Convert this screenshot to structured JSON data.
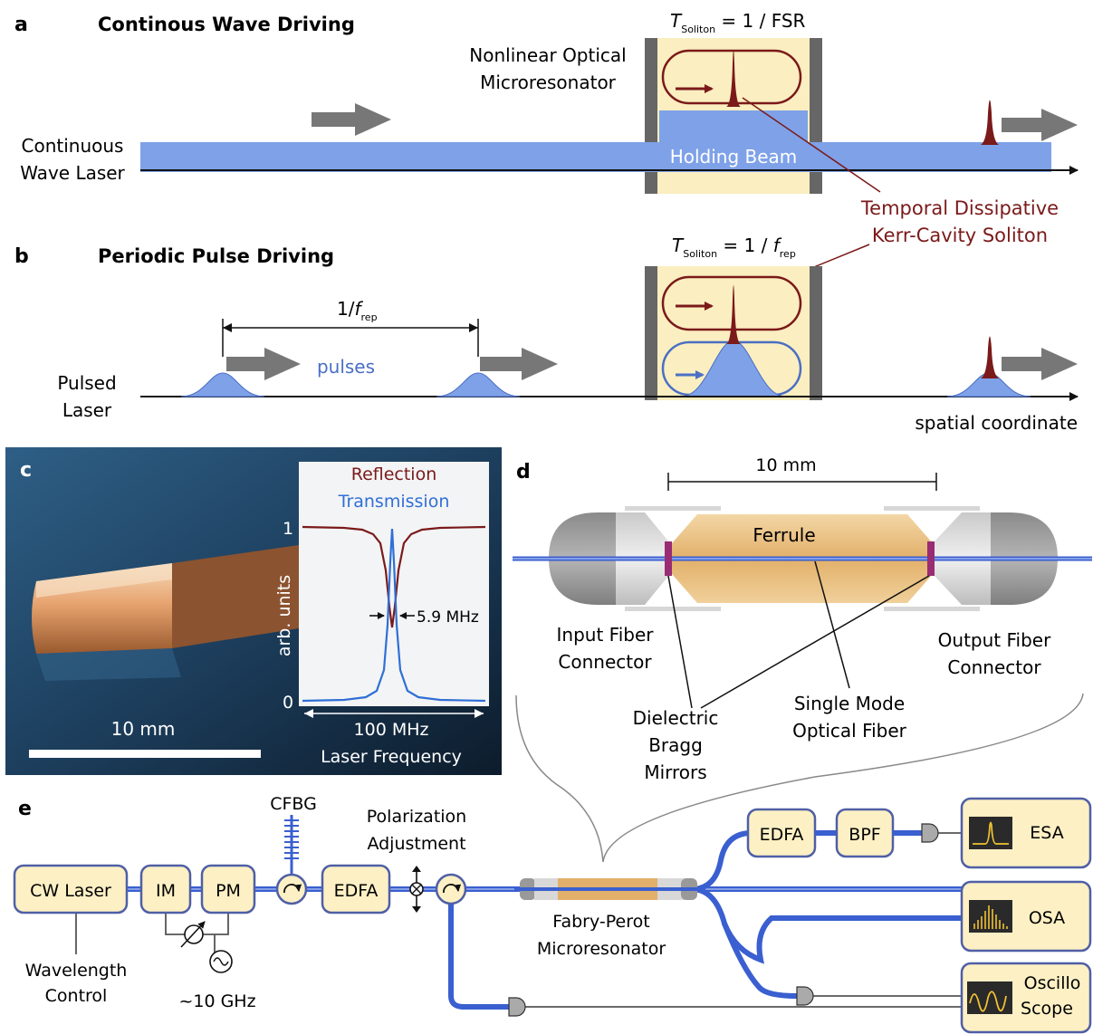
{
  "panel_a": {
    "letter": "a",
    "title": "Continous Wave Driving",
    "source_label": [
      "Continuous",
      "Wave Laser"
    ],
    "resonator_label": [
      "Nonlinear Optical",
      "Microresonator"
    ],
    "holding_beam": "Holding Beam",
    "period_T": "T",
    "period_sub": "Soliton",
    "period_rhs": " = 1 / FSR"
  },
  "panel_b": {
    "letter": "b",
    "title": "Periodic Pulse Driving",
    "source_label": [
      "Pulsed",
      "Laser"
    ],
    "spacing_main": "1/",
    "spacing_f": "f",
    "spacing_sub": "rep",
    "pulses_label": "pulses",
    "period_T": "T",
    "period_sub": "Soliton",
    "period_mid": " = 1 / ",
    "period_f": "f",
    "period_fsub": "rep",
    "axis_label": "spatial coordinate"
  },
  "soliton_label": [
    "Temporal Dissipative",
    "Kerr-Cavity Soliton"
  ],
  "panel_c": {
    "letter": "c",
    "legend_reflection": "Reflection",
    "legend_transmission": "Transmission",
    "y_tick_top": "1",
    "y_tick_bottom": "0",
    "y_label": "arb. units",
    "linewidth": "5.9 MHz",
    "span": "100 MHz",
    "x_label": "Laser Frequency",
    "scale_bar": "10 mm"
  },
  "panel_d": {
    "letter": "d",
    "scale": "10 mm",
    "ferrule": "Ferrule",
    "input": [
      "Input Fiber",
      "Connector"
    ],
    "output": [
      "Output Fiber",
      "Connector"
    ],
    "mirrors": [
      "Dielectric",
      "Bragg",
      "Mirrors"
    ],
    "fiber": [
      "Single Mode",
      "Optical Fiber"
    ]
  },
  "panel_e": {
    "letter": "e",
    "cw_laser": "CW Laser",
    "im": "IM",
    "pm": "PM",
    "cfbg": "CFBG",
    "edfa1": "EDFA",
    "polarization": [
      "Polarization",
      "Adjustment"
    ],
    "wavelength": [
      "Wavelength",
      "Control"
    ],
    "rf": "~10 GHz",
    "fp": [
      "Fabry-Perot",
      "Microresonator"
    ],
    "edfa2": "EDFA",
    "bpf": "BPF",
    "esa": "ESA",
    "osa": "OSA",
    "scope": [
      "Oscillo",
      "Scope"
    ]
  },
  "colors": {
    "beam": "#7ea1e8",
    "beam_dark": "#4a6fc4",
    "soliton": "#7a1a1a",
    "resonator_fill": "#fbeec0",
    "block_fill": "#fdf0c4",
    "block_border": "#4f5fa6",
    "fiber": "#3a5fd0"
  }
}
